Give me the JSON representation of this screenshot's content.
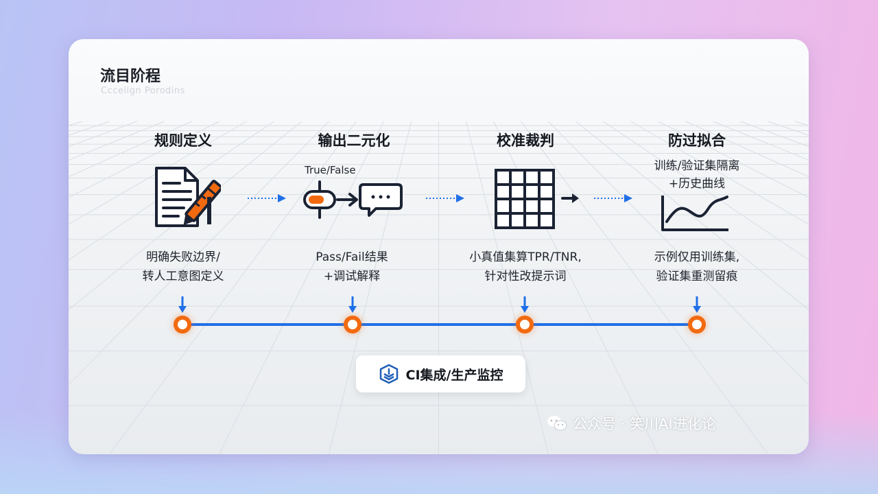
{
  "header": {
    "title": "流目阶程",
    "subtitle": "Cccelign Porodins"
  },
  "steps": [
    {
      "title": "规则定义",
      "desc_line1": "明确失败边界/",
      "desc_line2": "转人工意图定义",
      "icon": "document-pencil-icon"
    },
    {
      "title": "输出二元化",
      "label": "True/False",
      "desc_line1": "Pass/Fail结果",
      "desc_line2": "+调试解释",
      "icon": "toggle-chat-icon"
    },
    {
      "title": "校准裁判",
      "desc_line1": "小真值集算TPR/TNR,",
      "desc_line2": "针对性改提示词",
      "icon": "grid-table-icon"
    },
    {
      "title": "防过拟合",
      "label_line1": "训练/验证集隔离",
      "label_line2": "+历史曲线",
      "desc_line1": "示例仅用训练集,",
      "desc_line2": "验证集重测留痕",
      "icon": "line-chart-icon"
    }
  ],
  "ci": {
    "label": "CI集成/生产监控",
    "icon": "layers-icon"
  },
  "watermark": {
    "text": "公众号 · 笑川AI进化论",
    "icon": "wechat-icon"
  },
  "colors": {
    "accent_blue": "#1f6fe8",
    "accent_orange": "#f26a10",
    "ink": "#1a2233"
  }
}
